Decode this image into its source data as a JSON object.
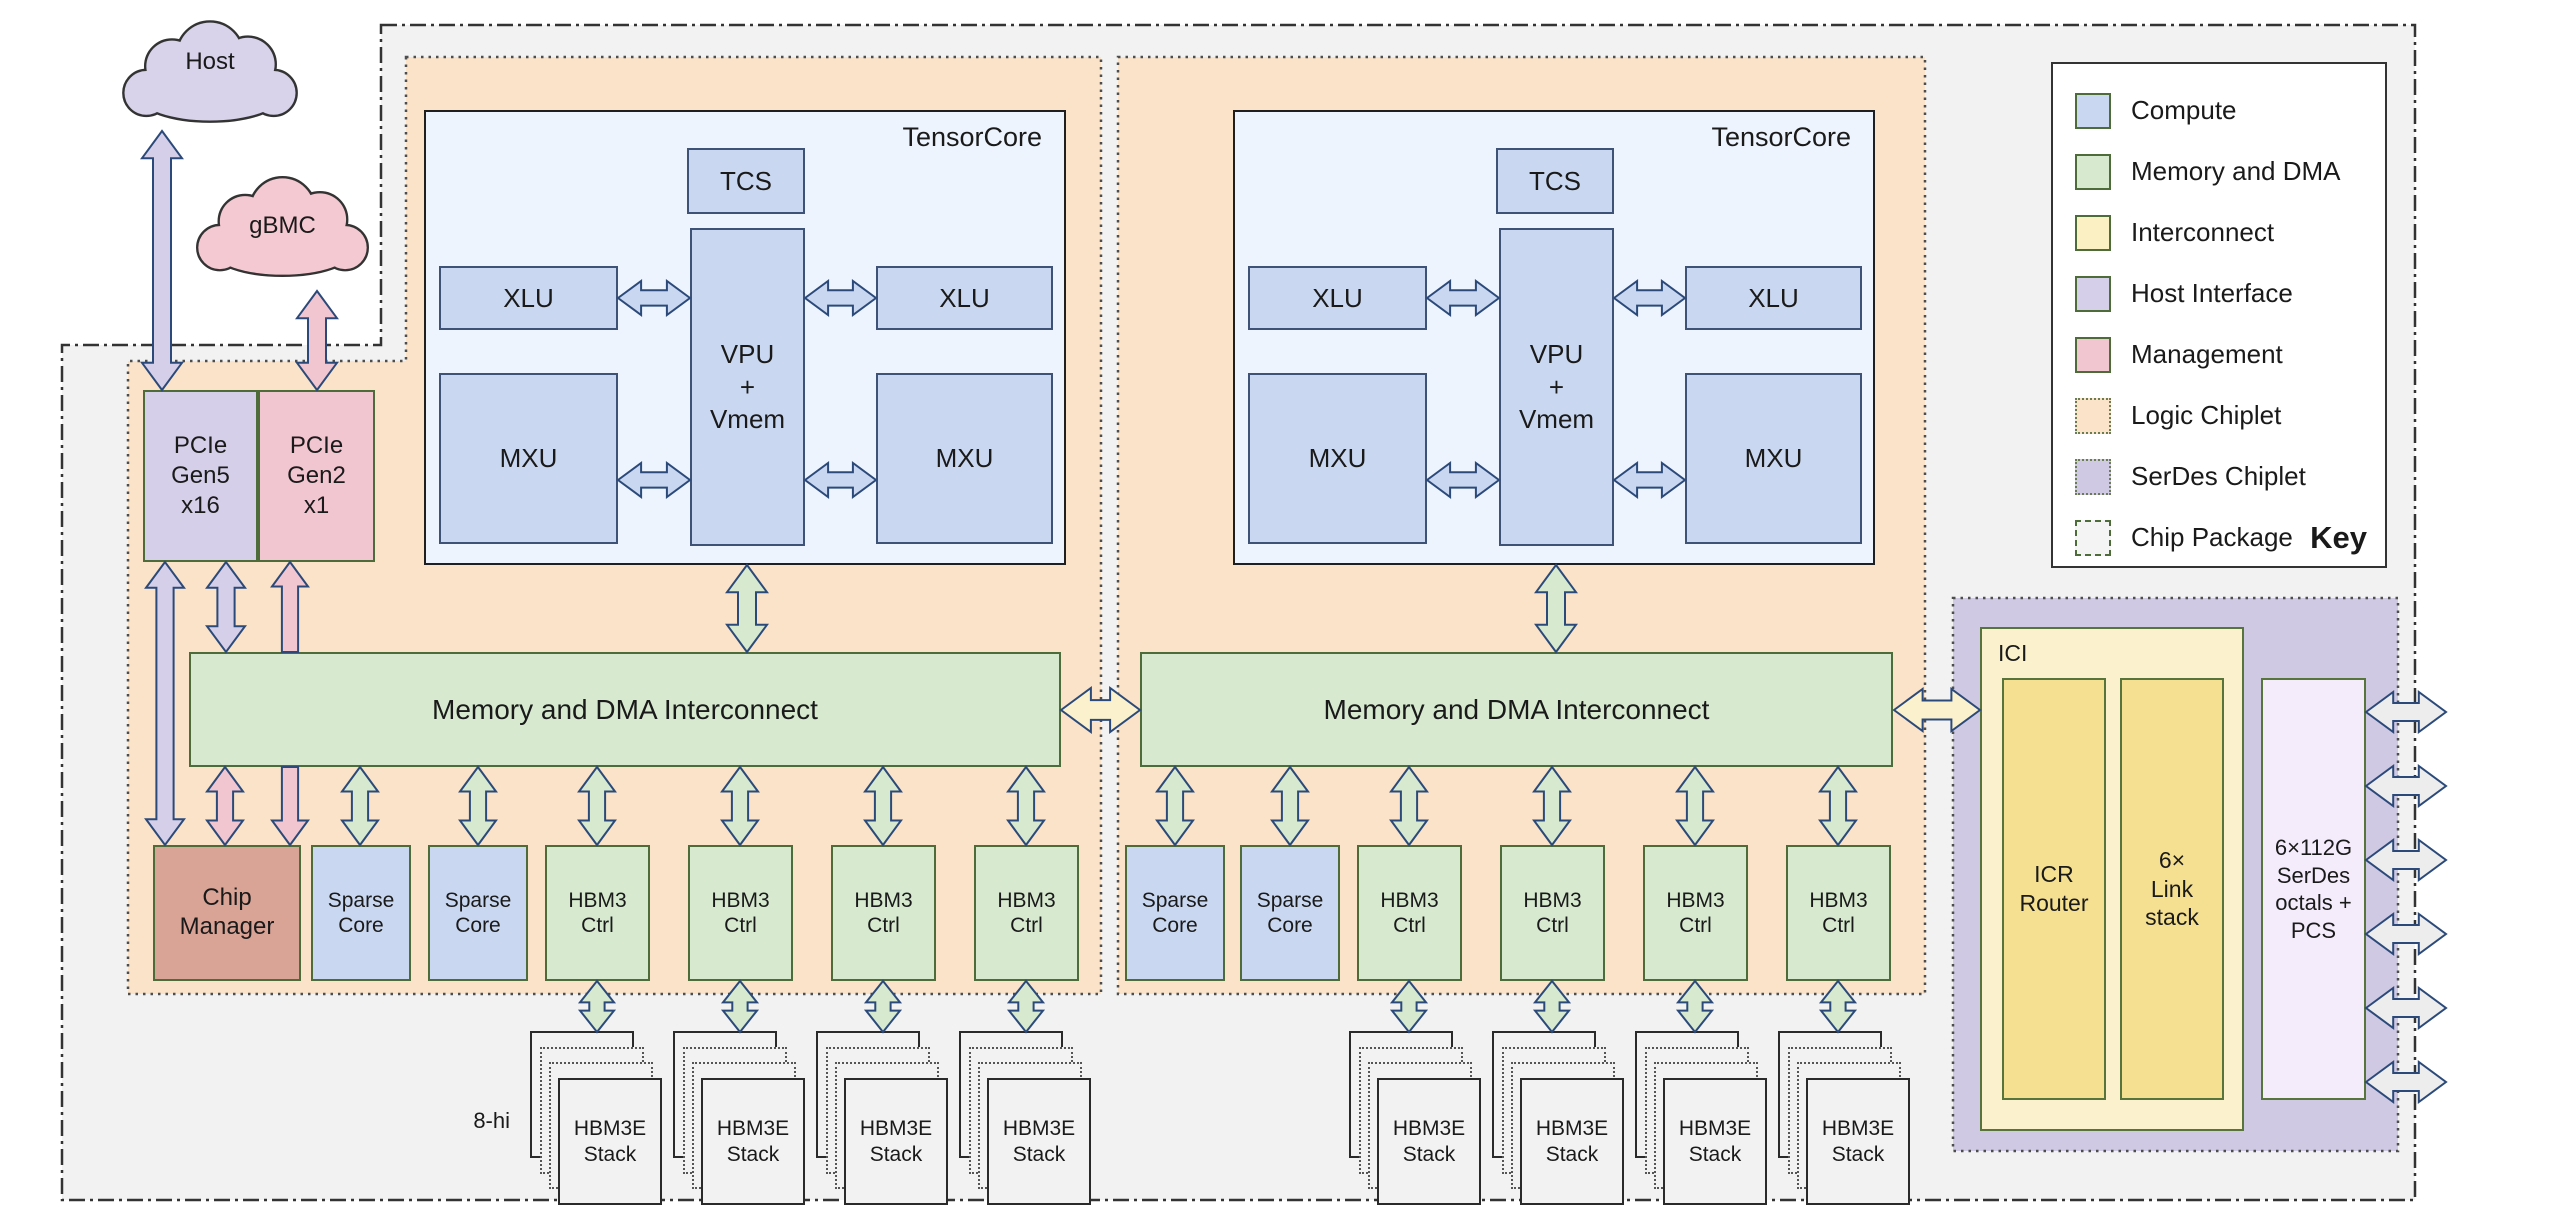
{
  "palette": {
    "compute": "#c9d7f0",
    "memory_dma": "#d7ead0",
    "interconnect": "#faf0c4",
    "host_interface": "#d6cfe9",
    "management": "#f2c6d1",
    "logic_chiplet": "#fae3c8",
    "serdes_chiplet": "#cfc9e4",
    "chip_package": "#f2f2f2",
    "chip_manager": "#d9a396",
    "arrow_outline": "#2b4a7a"
  },
  "clouds": {
    "host": "Host",
    "gbmc": "gBMC"
  },
  "host_interface": {
    "pcie_gen5": "PCIe\nGen5\nx16",
    "pcie_gen2": "PCIe\nGen2\nx1"
  },
  "tensorcore": {
    "title": "TensorCore",
    "tcs": "TCS",
    "xlu": "XLU",
    "vpu": "VPU\n+\nVmem",
    "mxu": "MXU"
  },
  "interconnect": {
    "label": "Memory and DMA Interconnect"
  },
  "bottom": {
    "chip_manager": "Chip\nManager",
    "sparse_core": "Sparse\nCore",
    "hbm3_ctrl": "HBM3\nCtrl"
  },
  "hbm": {
    "stack": "HBM3E\nStack",
    "height_label": "8-hi"
  },
  "ici": {
    "title": "ICI",
    "icr": "ICR\nRouter",
    "link": "6×\nLink\nstack",
    "serdes": "6×112G\nSerDes\noctals +\nPCS"
  },
  "key": {
    "title": "Key",
    "items": [
      {
        "label": "Compute"
      },
      {
        "label": "Memory and DMA"
      },
      {
        "label": "Interconnect"
      },
      {
        "label": "Host Interface"
      },
      {
        "label": "Management"
      },
      {
        "label": "Logic Chiplet"
      },
      {
        "label": "SerDes Chiplet"
      },
      {
        "label": "Chip Package"
      }
    ]
  }
}
